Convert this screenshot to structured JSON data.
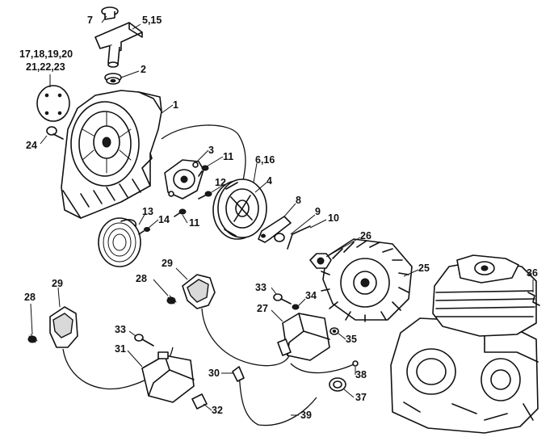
{
  "labels": [
    {
      "id": "p7",
      "text": "7"
    },
    {
      "id": "p5_15",
      "text": "5,15"
    },
    {
      "id": "p17_20",
      "text": "17,18,19,20"
    },
    {
      "id": "p21_23",
      "text": "21,22,23"
    },
    {
      "id": "p2",
      "text": "2"
    },
    {
      "id": "p1",
      "text": "1"
    },
    {
      "id": "p24",
      "text": "24"
    },
    {
      "id": "p3",
      "text": "3"
    },
    {
      "id": "p11a",
      "text": "11"
    },
    {
      "id": "p6_16",
      "text": "6,16"
    },
    {
      "id": "p12",
      "text": "12"
    },
    {
      "id": "p4",
      "text": "4"
    },
    {
      "id": "p13",
      "text": "13"
    },
    {
      "id": "p14",
      "text": "14"
    },
    {
      "id": "p11b",
      "text": "11"
    },
    {
      "id": "p8",
      "text": "8"
    },
    {
      "id": "p9",
      "text": "9"
    },
    {
      "id": "p10",
      "text": "10"
    },
    {
      "id": "p26",
      "text": "26"
    },
    {
      "id": "p25",
      "text": "25"
    },
    {
      "id": "p36",
      "text": "36"
    },
    {
      "id": "p29a",
      "text": "29"
    },
    {
      "id": "p28a",
      "text": "28"
    },
    {
      "id": "p29b",
      "text": "29"
    },
    {
      "id": "p28b",
      "text": "28"
    },
    {
      "id": "p33a",
      "text": "33"
    },
    {
      "id": "p34",
      "text": "34"
    },
    {
      "id": "p27",
      "text": "27"
    },
    {
      "id": "p35",
      "text": "35"
    },
    {
      "id": "p33b",
      "text": "33"
    },
    {
      "id": "p31",
      "text": "31"
    },
    {
      "id": "p30",
      "text": "30"
    },
    {
      "id": "p38",
      "text": "38"
    },
    {
      "id": "p37",
      "text": "37"
    },
    {
      "id": "p32",
      "text": "32"
    },
    {
      "id": "p39",
      "text": "39"
    }
  ]
}
